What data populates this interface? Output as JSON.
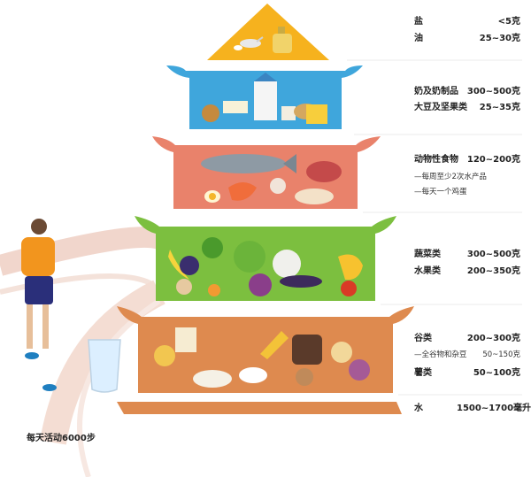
{
  "tiers": [
    {
      "items": [
        {
          "name": "盐",
          "amount": "<5克"
        },
        {
          "name": "油",
          "amount": "25~30克"
        }
      ]
    },
    {
      "items": [
        {
          "name": "奶及奶制品",
          "amount": "300~500克"
        },
        {
          "name": "大豆及坚果类",
          "amount": "25~35克"
        }
      ]
    },
    {
      "items": [
        {
          "name": "动物性食物",
          "amount": "120~200克"
        }
      ],
      "notes": [
        "—每周至少2次水产品",
        "—每天一个鸡蛋"
      ]
    },
    {
      "items": [
        {
          "name": "蔬菜类",
          "amount": "300~500克"
        },
        {
          "name": "水果类",
          "amount": "200~350克"
        }
      ]
    },
    {
      "items": [
        {
          "name": "谷类",
          "amount": "200~300克"
        },
        {
          "name": "—全谷物和杂豆",
          "amount": "50~150克"
        },
        {
          "name": "薯类",
          "amount": "50~100克"
        }
      ]
    }
  ],
  "water": {
    "name": "水",
    "amount": "1500~1700毫升"
  },
  "activity": "每天活动6000步",
  "colors": {
    "tier1": "#f6b21e",
    "tier2": "#3fa6dc",
    "tier3": "#e9826b",
    "tier4": "#7cbf3f",
    "tier5": "#de8a4f",
    "roof2": "#3fa6dc",
    "roof3": "#e9826b",
    "roof4": "#7cbf3f",
    "roof5": "#de8a4f"
  },
  "icons": [
    "salt-spoon-icon",
    "oil-bottle-icon",
    "milk-carton-icon",
    "fish-icon",
    "shrimp-icon",
    "egg-icon",
    "broccoli-icon",
    "banana-icon",
    "grapes-icon",
    "cabbage-icon",
    "corn-icon",
    "bread-icon",
    "runner-icon",
    "water-glass-icon"
  ]
}
